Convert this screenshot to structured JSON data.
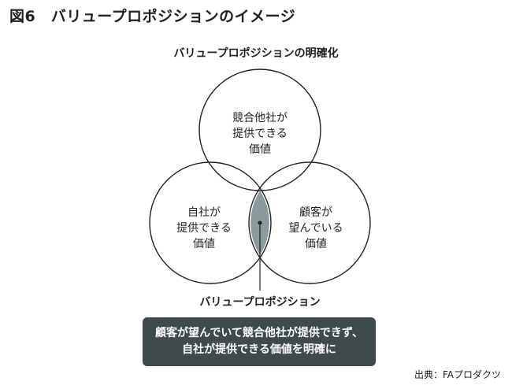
{
  "figure_title": "図6　バリュープロポジションのイメージ",
  "subtitle": "バリュープロポジションの明確化",
  "circles": {
    "competitor": {
      "lines": [
        "競合他社が",
        "提供できる",
        "価値"
      ]
    },
    "own": {
      "lines": [
        "自社が",
        "提供できる",
        "価値"
      ]
    },
    "customer": {
      "lines": [
        "顧客が",
        "望んでいる",
        "価値"
      ]
    }
  },
  "intersection_label": "バリュープロポジション",
  "message": {
    "lines": [
      "顧客が望んでいて競合他社が提供できず、",
      "自社が提供できる価値を明確に"
    ]
  },
  "source": "出典：FAプロダクツ",
  "colors": {
    "highlight_fill": "#8a9a9d",
    "box_background": "#3f4a4d",
    "stroke": "#222222"
  }
}
